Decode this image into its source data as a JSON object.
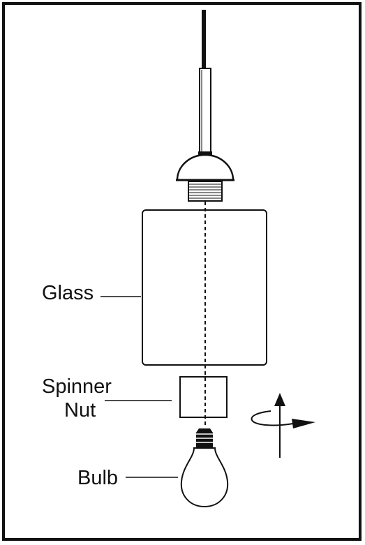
{
  "labels": {
    "glass": "Glass",
    "spinner_nut_line1": "Spinner",
    "spinner_nut_line2": "Nut",
    "bulb": "Bulb"
  },
  "colors": {
    "stroke": "#111111",
    "background": "#ffffff"
  },
  "icons": {
    "rotation": "rotate-clockwise-arrow-icon"
  }
}
